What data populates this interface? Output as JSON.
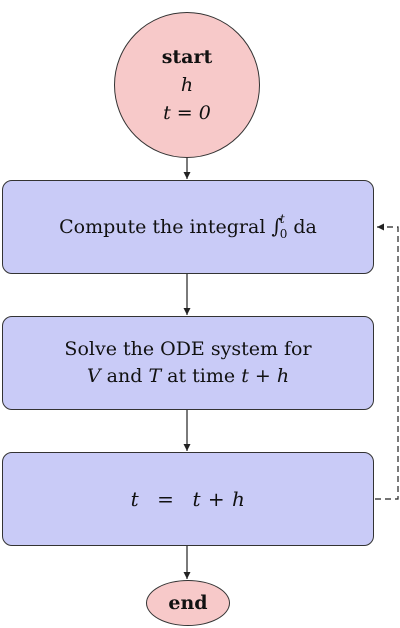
{
  "nodes": {
    "start": {
      "title": "start",
      "line1": "h",
      "line2": "t = 0"
    },
    "integral_step": {
      "label": "Compute the integral",
      "integral_sign": "∫",
      "upper_limit": "t",
      "lower_limit": "0",
      "integrand": "da"
    },
    "ode_step": {
      "line1": "Solve the ODE system for",
      "line2_v": "V",
      "line2_and": "and",
      "line2_t": "T",
      "line2_at": "at time",
      "line2_expr_t": "t",
      "line2_plus": "+",
      "line2_expr_h": "h"
    },
    "update_step": {
      "lhs": "t",
      "equals": "=",
      "rhs_t": "t",
      "rhs_plus": "+",
      "rhs_h": "h"
    },
    "end": {
      "title": "end"
    }
  },
  "colors": {
    "terminal_fill": "#f7c9c9",
    "process_fill": "#c9cbf7",
    "stroke": "#333333"
  }
}
